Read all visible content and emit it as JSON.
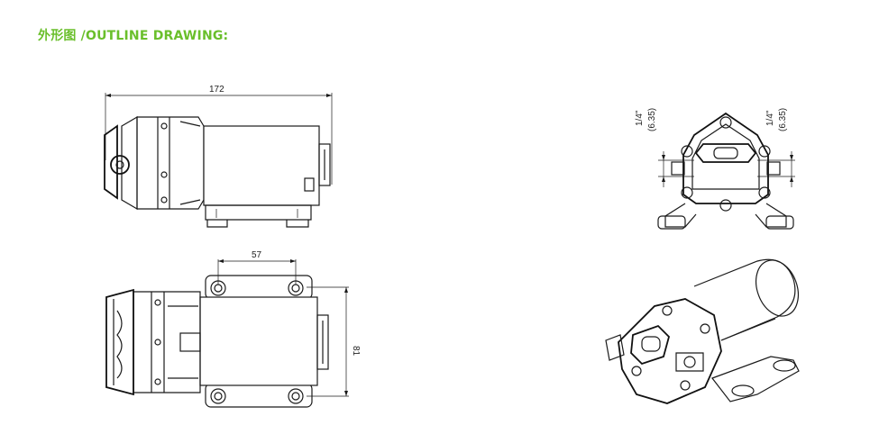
{
  "header": {
    "title": "外形图 /OUTLINE DRAWING:",
    "title_color": "#6abf2b"
  },
  "dimensions": {
    "overall_length": "172",
    "mount_hole_spacing": "57",
    "width": "81",
    "port_left_size": "1/4\"",
    "port_left_metric": "(6.35)",
    "port_right_size": "1/4\"",
    "port_right_metric": "(6.35)"
  },
  "views": [
    {
      "id": "side-view"
    },
    {
      "id": "top-view"
    },
    {
      "id": "front-view"
    },
    {
      "id": "isometric-view"
    }
  ]
}
